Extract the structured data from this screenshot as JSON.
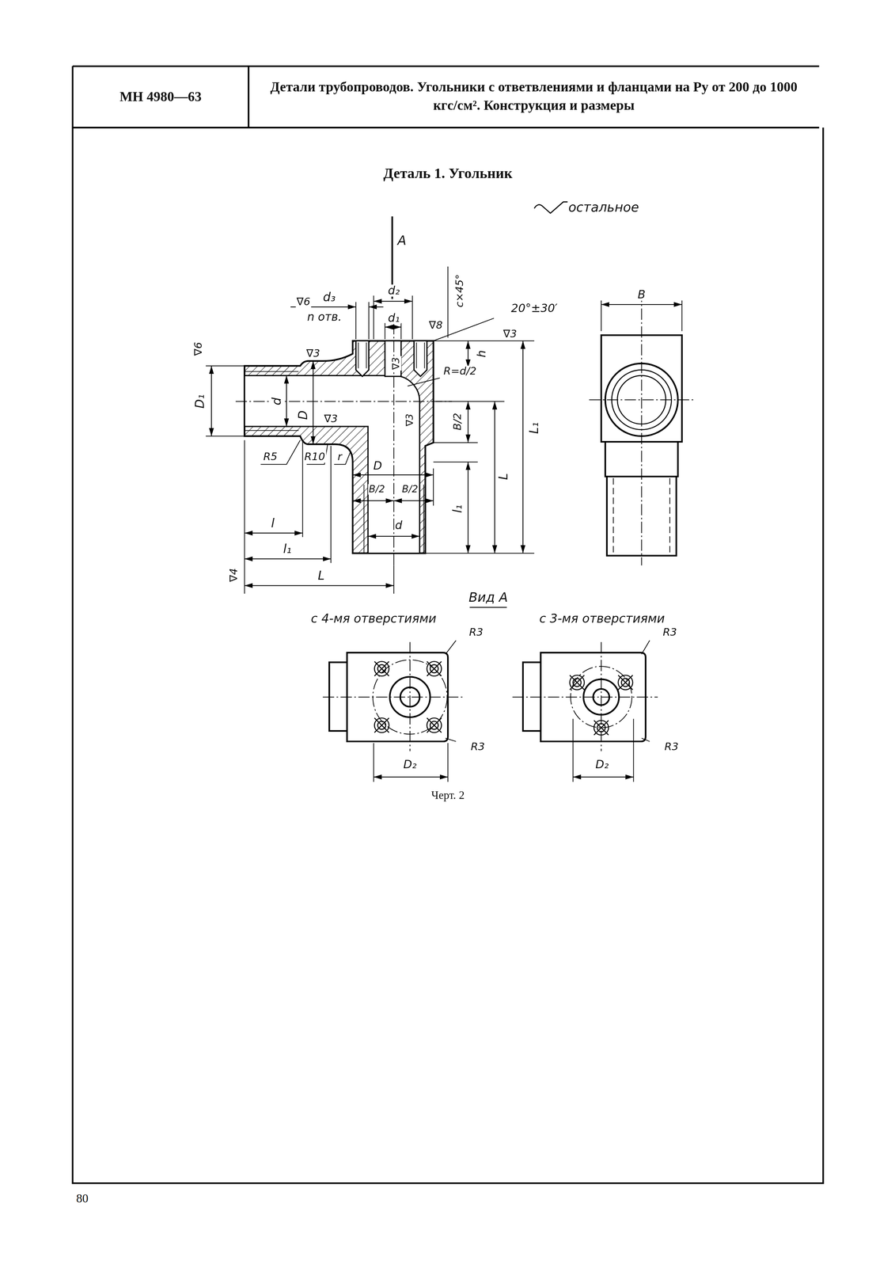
{
  "diagram": {
    "title": "Деталь 1. Угольник",
    "caption": "Черт. 2",
    "nodes": [
      {
        "text": [
          "МН 4980—63"
        ]
      },
      {
        "text": [
          "Детали трубопроводов. Угольники с ответвлениями и фланцами на Pу от 200 до 1000 кгс/см². Конструкция и размеры"
        ]
      }
    ],
    "labels": [
      "остальное",
      "A",
      "∇6",
      "d₃",
      "n отв.",
      "d₂",
      "d₁",
      "∇8",
      "c×45°",
      "20°±30′",
      "∇3",
      "h",
      "∇6",
      "D₁",
      "d",
      "∇3",
      "D",
      "R=d/2",
      "∇3",
      "∇3",
      "B/2",
      "∇3",
      "L₁",
      "L",
      "l₁",
      "R5",
      "R10",
      "r",
      "D",
      "B/2",
      "B/2",
      "d",
      "l",
      "l₁",
      "L",
      "∇4",
      "B",
      "Вид A",
      "с 4-мя отверстиями",
      "с 3-мя отверстиями",
      "R3",
      "R3",
      "D₂",
      "R3",
      "R3",
      "D₂",
      "80"
    ]
  }
}
